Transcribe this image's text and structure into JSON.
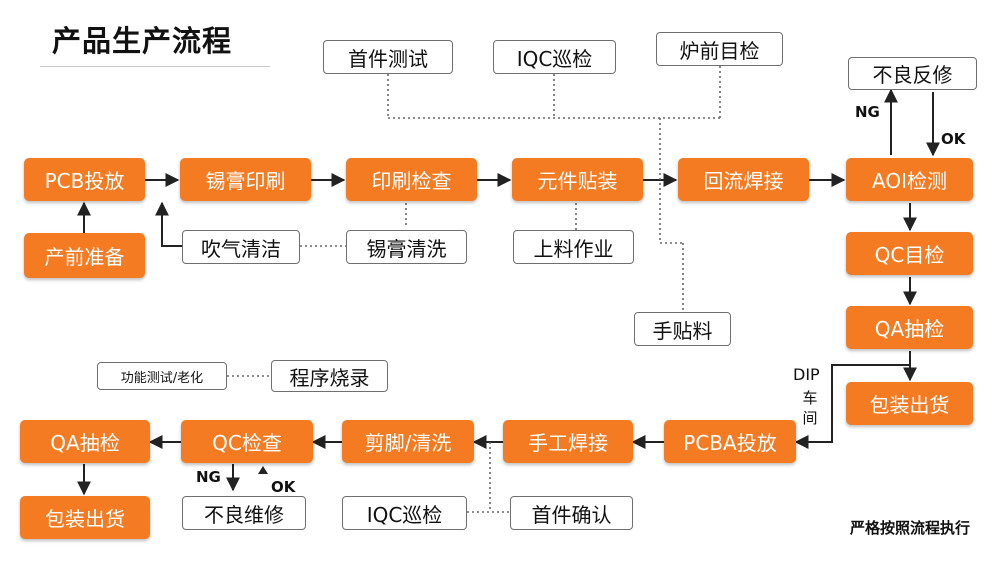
{
  "title": "产品生产流程",
  "footer": "严格按照流程执行",
  "steps": {
    "pcb_input": "PCB投放",
    "prep": "产前准备",
    "paste_print": "锡膏印刷",
    "print_check": "印刷检查",
    "smt_mount": "元件贴装",
    "reflow": "回流焊接",
    "aoi": "AOI检测",
    "qc_visual": "QC目检",
    "qa_sample_top": "QA抽检",
    "pack_ship_top": "包装出货",
    "pcba_input": "PCBA投放",
    "hand_solder": "手工焊接",
    "trim_clean": "剪脚/清洗",
    "qc_check": "QC检查",
    "qa_sample_bottom": "QA抽检",
    "pack_ship_bottom": "包装出货"
  },
  "notes": {
    "first_article_test": "首件测试",
    "iqc_patrol_top": "IQC巡检",
    "pre_oven_check": "炉前目检",
    "defect_repair_top": "不良反修",
    "blow_clean": "吹气清洁",
    "paste_wash": "锡膏清洗",
    "feed_work": "上料作业",
    "hand_mount": "手贴料",
    "func_test_aging": "功能测试/老化",
    "program_burn": "程序烧录",
    "defect_repair_bottom": "不良维修",
    "iqc_patrol_bottom": "IQC巡检",
    "first_article_confirm": "首件确认"
  },
  "labels": {
    "ng_top": "NG",
    "ok_top": "OK",
    "ng_bottom": "NG",
    "ok_bottom": "OK",
    "dip": "DIP",
    "dip_chars": [
      "车",
      "间"
    ]
  },
  "colors": {
    "step_fill": "#f47b22",
    "step_text": "#ffffff",
    "line": "#222222",
    "dotted": "#666666"
  }
}
